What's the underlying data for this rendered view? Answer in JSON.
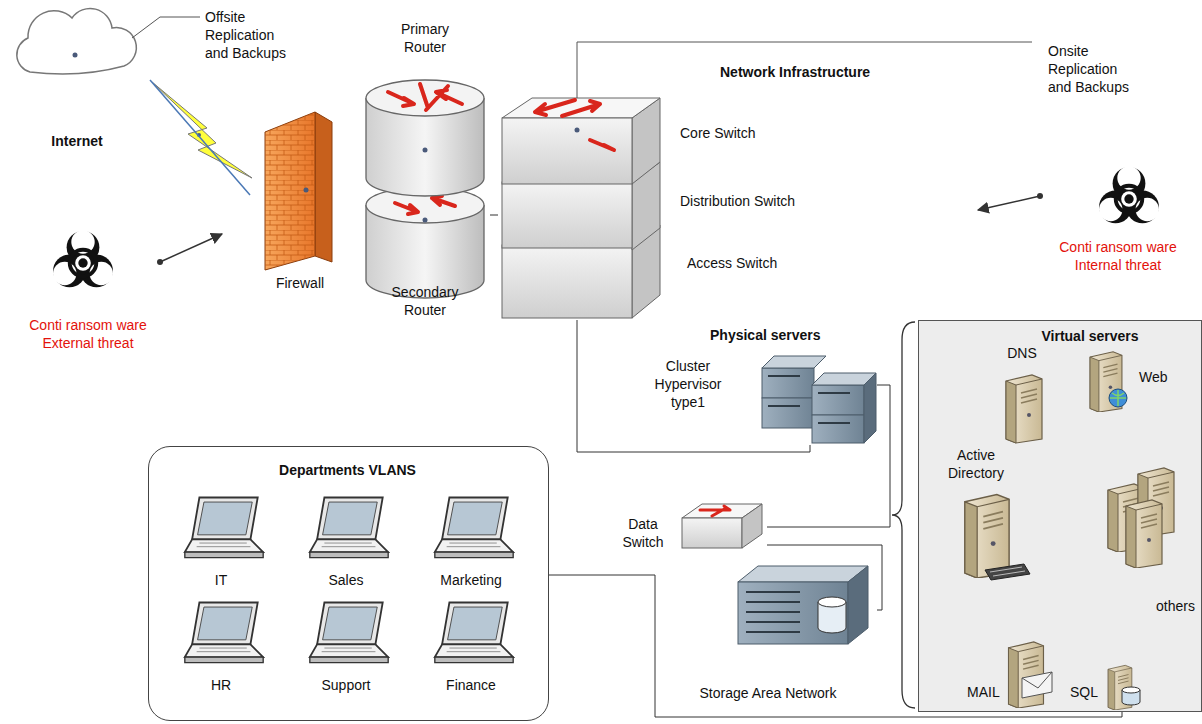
{
  "diagram": {
    "nodes": [
      {
        "text": [
          "Internet"
        ]
      },
      {
        "text": [
          "Firewall"
        ]
      },
      {
        "text": [
          "Primary Router"
        ]
      },
      {
        "text": [
          "Secondary Router"
        ]
      },
      {
        "text": [
          "Core Switch"
        ]
      },
      {
        "text": [
          "Distribution Switch"
        ]
      },
      {
        "text": [
          "Access Switch"
        ]
      },
      {
        "text": [
          "Cluster Hypervisor type1"
        ]
      },
      {
        "text": [
          "Data Switch"
        ]
      },
      {
        "text": [
          "Storage Area Network"
        ]
      },
      {
        "text": [
          "Virtual servers"
        ]
      },
      {
        "text": [
          "DNS"
        ],
        "in": 10
      },
      {
        "text": [
          "Web"
        ],
        "in": 10
      },
      {
        "text": [
          "Active Directory"
        ],
        "in": 10
      },
      {
        "text": [
          "others"
        ],
        "in": 10
      },
      {
        "text": [
          "MAIL"
        ],
        "in": 10
      },
      {
        "text": [
          "SQL"
        ],
        "in": 10
      },
      {
        "text": [
          "Departments VLANS"
        ]
      },
      {
        "text": [
          "IT"
        ],
        "in": 17
      },
      {
        "text": [
          "Sales"
        ],
        "in": 17
      },
      {
        "text": [
          "Marketing"
        ],
        "in": 17
      },
      {
        "text": [
          "HR"
        ],
        "in": 17
      },
      {
        "text": [
          "Support"
        ],
        "in": 17
      },
      {
        "text": [
          "Finance"
        ],
        "in": 17
      }
    ],
    "edges": [
      {
        "from": 0,
        "to": 1,
        "arrow": "none"
      },
      {
        "from": 3,
        "to": 5,
        "arrow": "none"
      },
      {
        "from": 6,
        "to": 7,
        "arrow": "none"
      },
      {
        "from": 7,
        "to": 8,
        "arrow": "none"
      },
      {
        "from": 8,
        "to": 9,
        "arrow": "none"
      },
      {
        "from": 17,
        "to": 16,
        "arrow": "none"
      }
    ],
    "labels": [
      "Offsite Replication and Backups",
      "Network Infrastructure",
      "Onsite Replication and Backups",
      "Conti ransom ware External threat",
      "Conti ransom ware Internal threat",
      "Physical servers"
    ]
  }
}
